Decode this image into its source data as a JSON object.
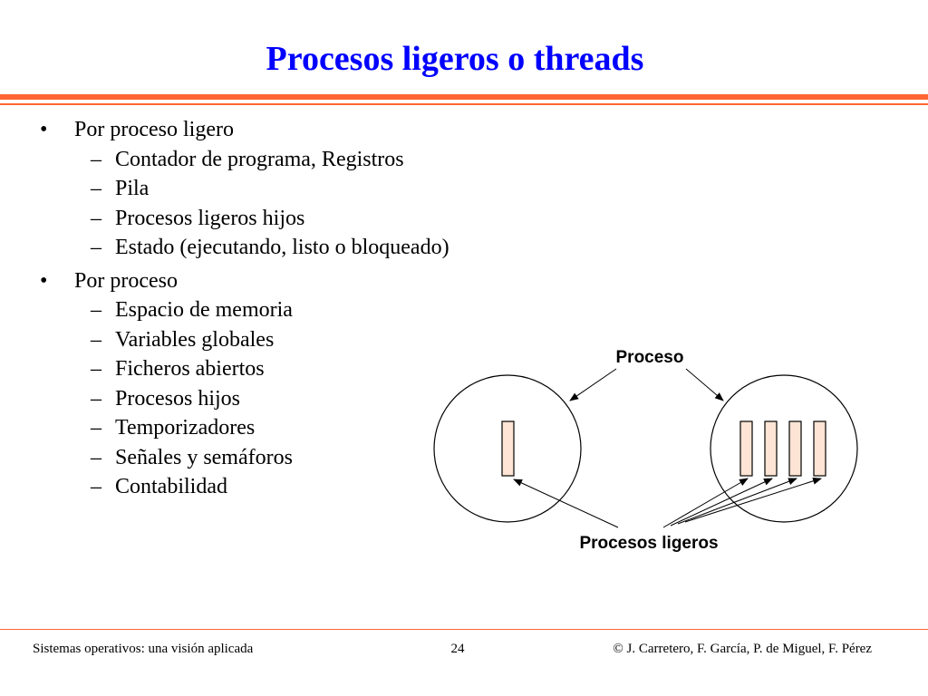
{
  "slide": {
    "title": "Procesos ligeros o threads",
    "bullet_marker": "•",
    "sub_marker": "–",
    "bullets": [
      {
        "text": "Por proceso ligero",
        "items": [
          "Contador de programa, Registros",
          "Pila",
          "Procesos ligeros hijos",
          "Estado (ejecutando, listo o bloqueado)"
        ]
      },
      {
        "text": "Por proceso",
        "items": [
          "Espacio de memoria",
          "Variables globales",
          "Ficheros abiertos",
          "Procesos hijos",
          "Temporizadores",
          "Señales y semáforos",
          "Contabilidad"
        ]
      }
    ],
    "diagram": {
      "label_top": "Proceso",
      "label_bottom": "Procesos ligeros",
      "single_thread_count": 1,
      "multi_thread_count": 4,
      "colors": {
        "thread_fill": "#fde4d4",
        "circle_fill": "#ffffff",
        "stroke": "#000000"
      }
    }
  },
  "footer": {
    "left": "Sistemas operativos: una visión aplicada",
    "page": "24",
    "right": "© J. Carretero, F. García, P. de Miguel, F. Pérez"
  },
  "theme": {
    "title_color": "#0000ff",
    "rule_color": "#ff6633"
  }
}
